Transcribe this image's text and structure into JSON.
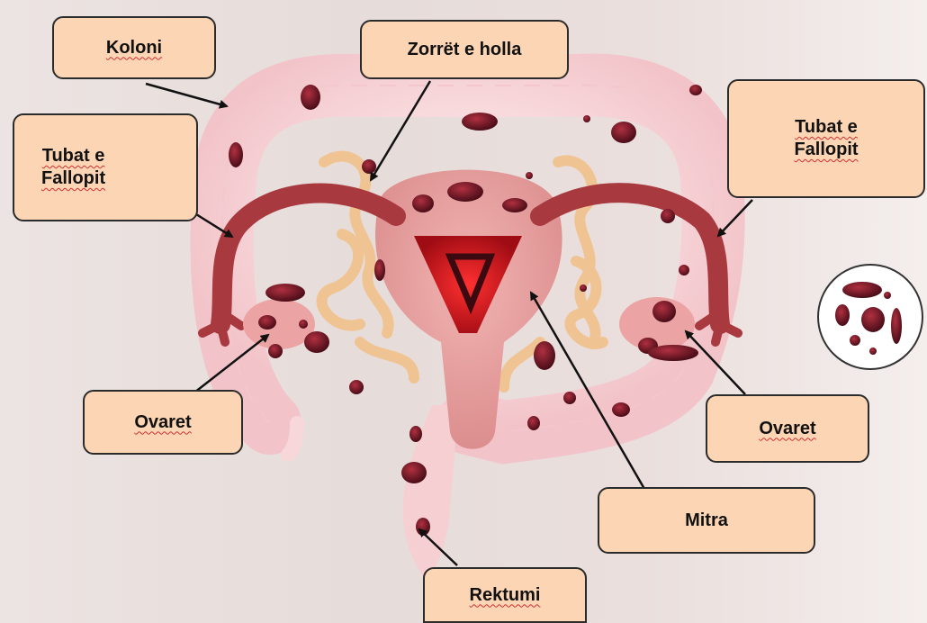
{
  "labels": {
    "koloni": "Koloni",
    "zorret": "Zorrët e holla",
    "tubat_left_1": "Tubat e",
    "tubat_left_2": "Fallopit",
    "tubat_right_1": "Tubat e",
    "tubat_right_2": "Fallopit",
    "ovaret_left": "Ovaret",
    "ovaret_right": "Ovaret",
    "mitra": "Mitra",
    "rektumi": "Rektumi"
  },
  "colors": {
    "label_fill": "#fcd5b4",
    "colon": "#f7d3d6",
    "intestine": "#f2c89c",
    "uterus": "#e8a0a0",
    "tube": "#a8393f",
    "lesion": "#5a1420"
  }
}
